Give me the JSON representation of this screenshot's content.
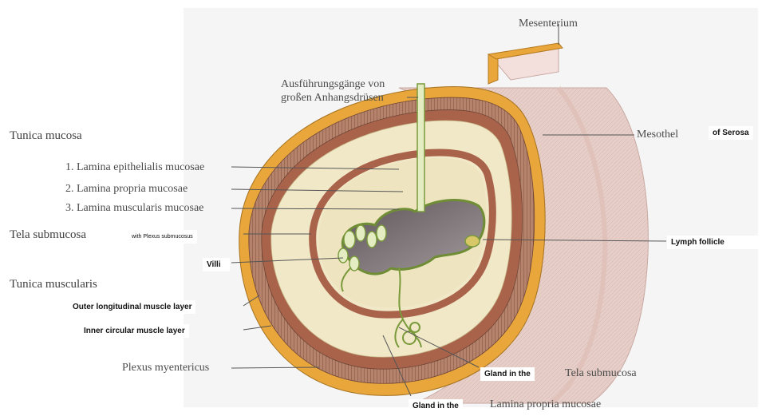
{
  "figure": {
    "labels": {
      "mesenterium": "Mesenterium",
      "ausfuhrung_line1": "Ausführungsgänge von",
      "ausfuhrung_line2": "großen Anhangsdrüsen",
      "tunica_mucosa": "Tunica mucosa",
      "lamina_epithelialis": "1. Lamina epithelialis mucosae",
      "lamina_propria": "2. Lamina propria mucosae",
      "lamina_muscularis": "3. Lamina muscularis mucosae",
      "tela_submucosa": "Tela submucosa",
      "tunica_muscularis": "Tunica muscularis",
      "plexus_myentericus": "Plexus myentericus",
      "mesothel": "Mesothel",
      "tela_submucosa_bottom": "Tela submucosa",
      "lamina_propria_bottom": "Lamina propria mucosae"
    },
    "overlays": {
      "of_serosa": "of Serosa",
      "with_plexus": "with Plexus submucosus",
      "villi": "Villi",
      "lymph_follicle": "Lymph follicle",
      "outer_longitudinal": "Outer longitudinal muscle layer",
      "inner_circular": "Inner circular muscle layer",
      "gland_in_the_1": "Gland in the",
      "gland_in_the_2": "Gland in the"
    },
    "colors": {
      "serosa": "#e8a63b",
      "muscularis_outer": "#9a6b56",
      "muscularis_inner": "#b36a3f",
      "submucosa": "#f1e8c8",
      "mucosa": "#eee4bf",
      "lumen": "#7a7176",
      "epithelium": "#7a9a3c",
      "outer_wall": "#e8cfc8"
    }
  }
}
